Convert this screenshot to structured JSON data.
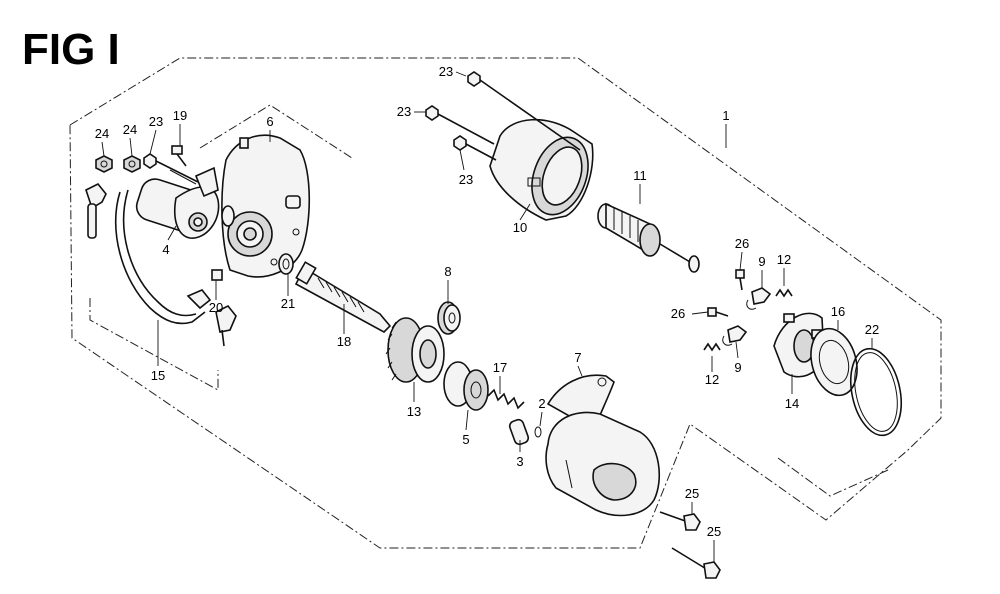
{
  "figure": {
    "title": "FIG I"
  },
  "callouts": [
    {
      "id": "c1",
      "text": "1"
    },
    {
      "id": "c2",
      "text": "2"
    },
    {
      "id": "c3",
      "text": "3"
    },
    {
      "id": "c4",
      "text": "4"
    },
    {
      "id": "c5",
      "text": "5"
    },
    {
      "id": "c6",
      "text": "6"
    },
    {
      "id": "c7",
      "text": "7"
    },
    {
      "id": "c8",
      "text": "8"
    },
    {
      "id": "c9a",
      "text": "9"
    },
    {
      "id": "c9b",
      "text": "9"
    },
    {
      "id": "c10",
      "text": "10"
    },
    {
      "id": "c11",
      "text": "11"
    },
    {
      "id": "c12a",
      "text": "12"
    },
    {
      "id": "c12b",
      "text": "12"
    },
    {
      "id": "c13",
      "text": "13"
    },
    {
      "id": "c14",
      "text": "14"
    },
    {
      "id": "c15",
      "text": "15"
    },
    {
      "id": "c16",
      "text": "16"
    },
    {
      "id": "c17",
      "text": "17"
    },
    {
      "id": "c18",
      "text": "18"
    },
    {
      "id": "c19",
      "text": "19"
    },
    {
      "id": "c20",
      "text": "20"
    },
    {
      "id": "c21",
      "text": "21"
    },
    {
      "id": "c22",
      "text": "22"
    },
    {
      "id": "c23a",
      "text": "23"
    },
    {
      "id": "c23b",
      "text": "23"
    },
    {
      "id": "c23c",
      "text": "23"
    },
    {
      "id": "c23d",
      "text": "23"
    },
    {
      "id": "c24a",
      "text": "24"
    },
    {
      "id": "c24b",
      "text": "24"
    },
    {
      "id": "c25a",
      "text": "25"
    },
    {
      "id": "c25b",
      "text": "25"
    },
    {
      "id": "c26a",
      "text": "26"
    },
    {
      "id": "c26b",
      "text": "26"
    }
  ]
}
